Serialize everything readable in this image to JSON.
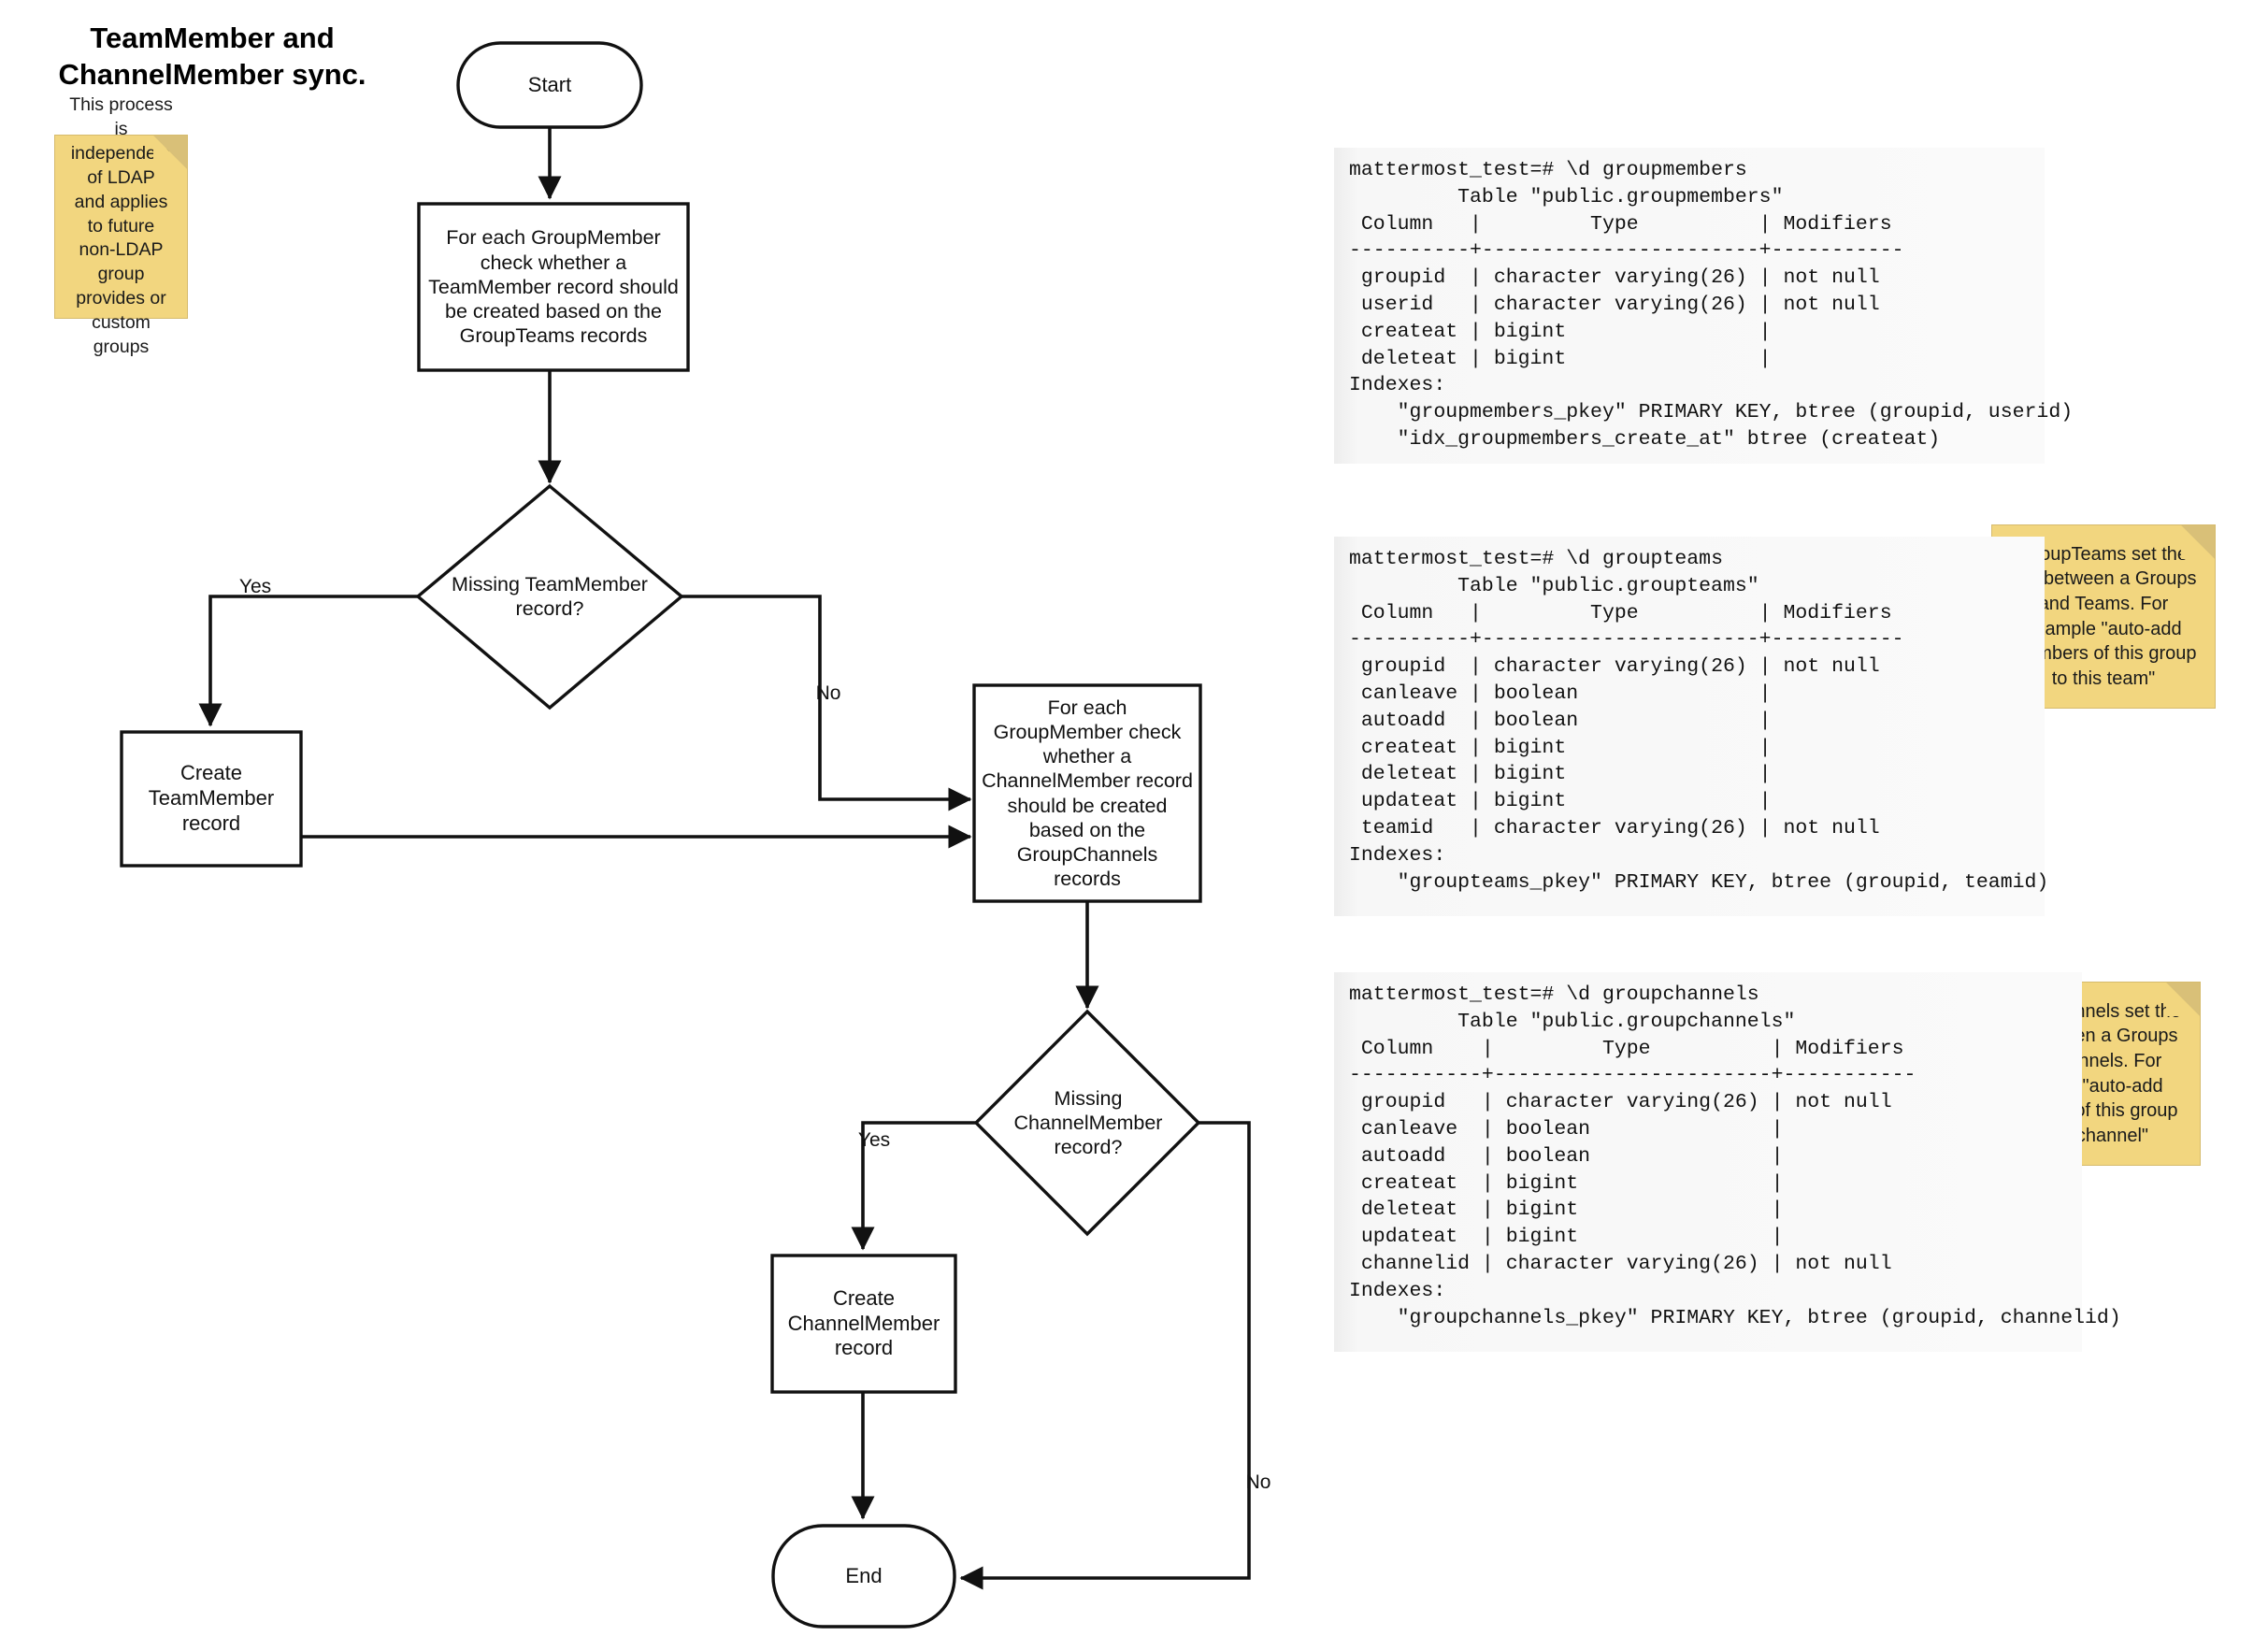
{
  "diagram": {
    "title": "TeamMember and\nChannelMember sync.",
    "nodes": {
      "start": "Start",
      "for_each_groupmember_team": "For each GroupMember\ncheck whether a\nTeamMember record should\nbe created based on the\nGroupTeams records",
      "missing_teammember": "Missing TeamMember\nrecord?",
      "create_teammember": "Create\nTeamMember\nrecord",
      "for_each_groupmember_channel": "For each\nGroupMember check\nwhether a\nChannelMember record\nshould be created\nbased on the\nGroupChannels\nrecords",
      "missing_channelmember": "Missing\nChannelMember\nrecord?",
      "create_channelmember": "Create\nChannelMember\nrecord",
      "end": "End"
    },
    "edge_labels": {
      "teammember_yes": "Yes",
      "teammember_no": "No",
      "channelmember_yes": "Yes",
      "channelmember_no": "No"
    }
  },
  "sticky_notes": [
    {
      "id": "ldap-note",
      "text": "This process is\nindependent of LDAP\nand applies to future\nnon-LDAP group\nprovides or custom\ngroups"
    },
    {
      "id": "groupteams-note",
      "text": "GroupTeams set the\nlink between a Groups\nand Teams. For\nexample \"auto-add\nmembers of this group\nto this team\""
    },
    {
      "id": "groupchannels-note",
      "text": "GroupChannels set the\nlink between a Groups\nand Channels. For\nexample \"auto-add\nmembers of this group\nto this channel\""
    }
  ],
  "terminals": [
    {
      "id": "groupmembers",
      "prompt": "mattermost_test=# \\d groupmembers",
      "table_caption": "Table \"public.groupmembers\"",
      "header": " Column   |         Type          | Modifiers",
      "rule": "----------+-----------------------+-----------",
      "rows": [
        " groupid  | character varying(26) | not null",
        " userid   | character varying(26) | not null",
        " createat | bigint                |",
        " deleteat | bigint                |"
      ],
      "indexes_label": "Indexes:",
      "indexes": [
        "    \"groupmembers_pkey\" PRIMARY KEY, btree (groupid, userid)",
        "    \"idx_groupmembers_create_at\" btree (createat)"
      ]
    },
    {
      "id": "groupteams",
      "prompt": "mattermost_test=# \\d groupteams",
      "table_caption": "Table \"public.groupteams\"",
      "header": " Column   |         Type          | Modifiers",
      "rule": "----------+-----------------------+-----------",
      "rows": [
        " groupid  | character varying(26) | not null",
        " canleave | boolean               |",
        " autoadd  | boolean               |",
        " createat | bigint                |",
        " deleteat | bigint                |",
        " updateat | bigint                |",
        " teamid   | character varying(26) | not null"
      ],
      "indexes_label": "Indexes:",
      "indexes": [
        "    \"groupteams_pkey\" PRIMARY KEY, btree (groupid, teamid)"
      ]
    },
    {
      "id": "groupchannels",
      "prompt": "mattermost_test=# \\d groupchannels",
      "table_caption": "Table \"public.groupchannels\"",
      "header": " Column    |         Type          | Modifiers",
      "rule": "-----------+-----------------------+-----------",
      "rows": [
        " groupid   | character varying(26) | not null",
        " canleave  | boolean               |",
        " autoadd   | boolean               |",
        " createat  | bigint                |",
        " deleteat  | bigint                |",
        " updateat  | bigint                |",
        " channelid | character varying(26) | not null"
      ],
      "indexes_label": "Indexes:",
      "indexes": [
        "    \"groupchannels_pkey\" PRIMARY KEY, btree (groupid, channelid)"
      ]
    }
  ],
  "colors": {
    "sticky_fill": "#f2d67f",
    "sticky_fold": "#d9c078",
    "stroke": "#111111",
    "terminal_bg": "#fafafa"
  }
}
